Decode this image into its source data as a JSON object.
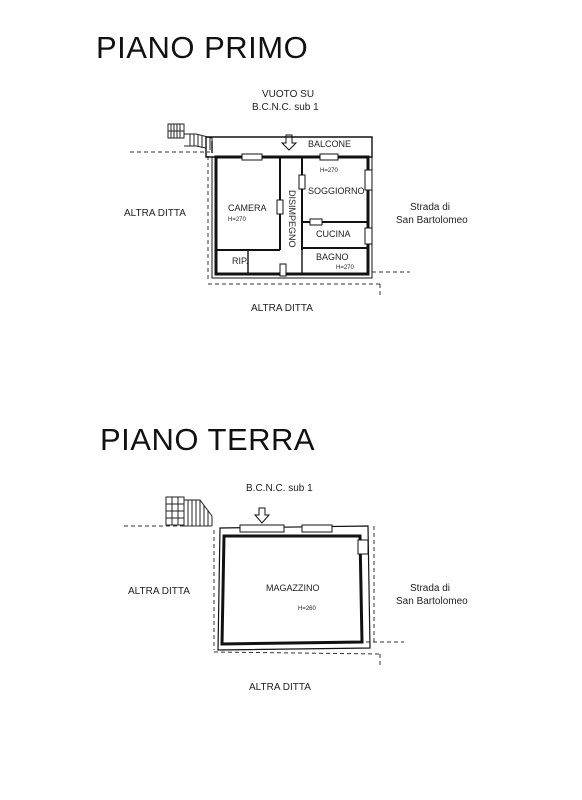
{
  "upper_floor": {
    "title": "PIANO PRIMO",
    "above_note_line1": "VUOTO SU",
    "above_note_line2": "B.C.N.C. sub 1",
    "balcony": "BALCONE",
    "rooms": {
      "camera": "CAMERA",
      "camera_height": "H=270",
      "disimpegno": "DISIMPEGNO",
      "soggiorno": "SOGGIORNO",
      "soggiorno_height": "H=270",
      "cucina": "CUCINA",
      "ripostiglio": "RIP.",
      "bagno": "BAGNO",
      "bagno_height": "H=270"
    },
    "left_neighbor": "ALTRA DITTA",
    "bottom_neighbor": "ALTRA DITTA",
    "street_line1": "Strada di",
    "street_line2": "San Bartolomeo"
  },
  "ground_floor": {
    "title": "PIANO TERRA",
    "above_note": "B.C.N.C. sub 1",
    "rooms": {
      "magazzino": "MAGAZZINO",
      "magazzino_height": "H=260"
    },
    "left_neighbor": "ALTRA DITTA",
    "bottom_neighbor": "ALTRA DITTA",
    "street_line1": "Strada di",
    "street_line2": "San Bartolomeo"
  }
}
